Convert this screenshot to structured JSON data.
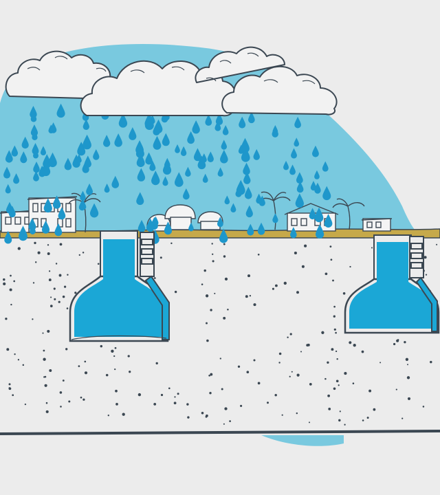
{
  "colors": {
    "background": "#ececec",
    "sky": "#79c9df",
    "rain": "#1e97cb",
    "ground": "#ececec",
    "grass": "#c6a94a",
    "water": "#1ba7d6",
    "outline": "#3b4752",
    "cloud": "#f2f2f2",
    "soil_dots": "#3b4752",
    "building": "#f4f4f4"
  },
  "icons": {
    "clouds": "rain-cloud-icon",
    "raindrop": "raindrop-icon",
    "cistern": "underground-cistern-icon",
    "house": "house-icon",
    "hut": "thatched-hut-icon",
    "palm": "palm-tree-icon"
  },
  "scene": {
    "cloud_count": 4,
    "cistern_count": 2,
    "cistern_fill_level": 0.85
  }
}
